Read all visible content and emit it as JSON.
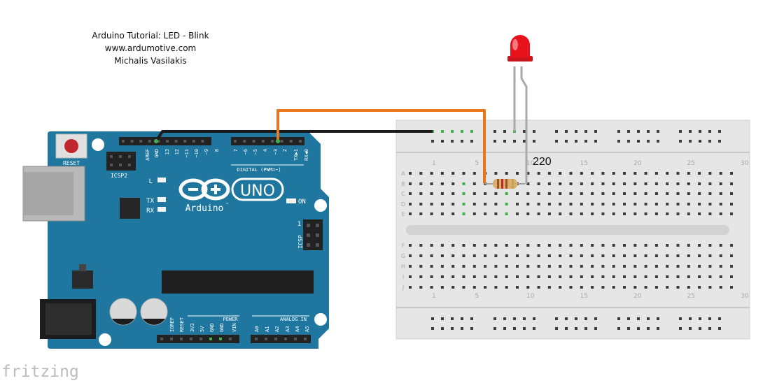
{
  "caption": {
    "title": "Arduino Tutorial: LED - Blink",
    "website": "www.ardumotive.com",
    "author": "Michalis Vasilakis"
  },
  "resistor_value": "220",
  "watermark": "fritzing",
  "arduino": {
    "logo_text": "Arduino",
    "logo_tm": "™",
    "model": "UNO",
    "reset_label": "RESET",
    "icsp2_label": "ICSP2",
    "icsp_label": "ICSP",
    "icsp_pin1": "1",
    "digital_label": "DIGITAL (PWM=~)",
    "power_label": "POWER",
    "analog_label": "ANALOG IN",
    "on_label": "ON",
    "led_labels": [
      "L",
      "TX",
      "RX"
    ],
    "top_pins": [
      "AREF",
      "GND",
      "13",
      "12",
      "~11",
      "~10",
      "~9",
      "8",
      "7",
      "~6",
      "~5",
      "4",
      "~3",
      "2",
      "TX▶1",
      "RX◀0"
    ],
    "bottom_pins": [
      "IOREF",
      "RESET",
      "3V3",
      "5V",
      "GND",
      "GND",
      "VIN",
      "A0",
      "A1",
      "A2",
      "A3",
      "A4",
      "A5"
    ]
  },
  "breadboard": {
    "row_labels_top": [
      "A",
      "B",
      "C",
      "D",
      "E"
    ],
    "row_labels_bottom": [
      "F",
      "G",
      "H",
      "I",
      "J"
    ],
    "column_numbers": [
      "1",
      "5",
      "10",
      "15",
      "20",
      "25",
      "30"
    ]
  },
  "colors": {
    "board": "#1f779f",
    "wire_orange": "#e8781e",
    "wire_black": "#1a1a1a",
    "led_red": "#e8121c",
    "breadboard": "#e6e6e6",
    "active_hole": "#3fb24a"
  }
}
